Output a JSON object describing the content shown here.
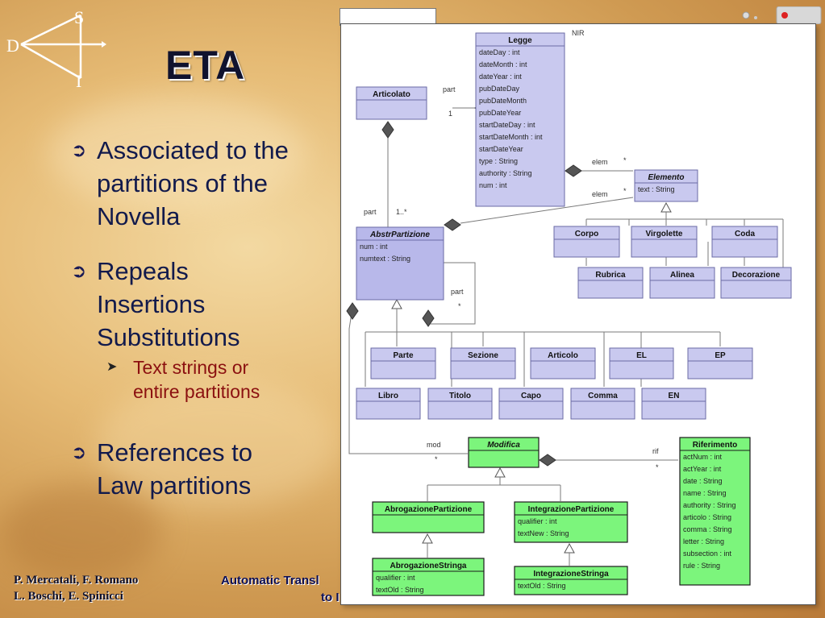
{
  "slide": {
    "title": "ETA",
    "bullets": [
      {
        "text": "Associated to the partitions of the Novella",
        "lines": [
          "Associated to the",
          "partitions of the",
          "Novella"
        ]
      },
      {
        "text": "Repeals Insertions Substitutions",
        "lines": [
          "Repeals",
          "Insertions",
          "Substitutions"
        ],
        "sub": {
          "lines": [
            "Text strings or",
            "entire partitions"
          ]
        }
      },
      {
        "text": "References to Law partitions",
        "lines": [
          "References to",
          "Law partitions"
        ]
      }
    ],
    "authors": [
      "P. Mercatali, F. Romano",
      "L. Boschi, E. Spinicci"
    ],
    "footer_title": [
      "Automatic Transl",
      "to I"
    ],
    "logo_letters": {
      "top": "S",
      "left": "D",
      "bottom": "I"
    }
  },
  "diagram": {
    "frame_label": "NIR",
    "classes": {
      "legge": {
        "name": "Legge",
        "attrs": [
          "dateDay : int",
          "dateMonth : int",
          "dateYear : int",
          "pubDateDay",
          "pubDateMonth",
          "pubDateYear",
          "startDateDay : int",
          "startDateMonth : int",
          "startDateYear",
          "type : String",
          "authority : String",
          "num : int"
        ]
      },
      "articolato": {
        "name": "Articolato"
      },
      "elemento": {
        "name": "Elemento",
        "attrs": [
          "text : String"
        ]
      },
      "abstr": {
        "name": "AbstrPartizione",
        "attrs": [
          "num : int",
          "numtext : String"
        ]
      },
      "corpo": {
        "name": "Corpo"
      },
      "virgolette": {
        "name": "Virgolette"
      },
      "coda": {
        "name": "Coda"
      },
      "rubrica": {
        "name": "Rubrica"
      },
      "alinea": {
        "name": "Alinea"
      },
      "decorazione": {
        "name": "Decorazione"
      },
      "parte": {
        "name": "Parte"
      },
      "sezione": {
        "name": "Sezione"
      },
      "articolo": {
        "name": "Articolo"
      },
      "el": {
        "name": "EL"
      },
      "ep": {
        "name": "EP"
      },
      "libro": {
        "name": "Libro"
      },
      "titolo": {
        "name": "Titolo"
      },
      "capo": {
        "name": "Capo"
      },
      "comma": {
        "name": "Comma"
      },
      "en": {
        "name": "EN"
      },
      "modifica": {
        "name": "Modifica"
      },
      "riferimento": {
        "name": "Riferimento",
        "attrs": [
          "actNum : int",
          "actYear : int",
          "date : String",
          "name : String",
          "authority : String",
          "articolo : String",
          "comma : String",
          "letter : String",
          "subsection : int",
          "rule : String"
        ]
      },
      "abrogazionePartizione": {
        "name": "AbrogazionePartizione"
      },
      "integrazionePartizione": {
        "name": "IntegrazionePartizione",
        "attrs": [
          "qualifier : int",
          "textNew : String"
        ]
      },
      "abrogazioneStringa": {
        "name": "AbrogazioneStringa",
        "attrs": [
          "qualifier : int",
          "textOld : String"
        ]
      },
      "integrazioneStringa": {
        "name": "IntegrazioneStringa",
        "attrs": [
          "textOld : String"
        ]
      }
    },
    "labels": {
      "part_top": "part",
      "one": "1",
      "elem1": "elem",
      "star1": "*",
      "elem2": "elem",
      "star2": "*",
      "part_left": "part",
      "one_many": "1..*",
      "part_self": "part",
      "star_self": "*",
      "mod": "mod",
      "star_mod": "*",
      "rif": "rif",
      "star_rif": "*"
    },
    "colors": {
      "blue_fill": "#c9c9ef",
      "blue_stroke": "#6a6aa6",
      "abstract_fill": "#b8b8ea",
      "green_fill": "#7cf57c",
      "green_stroke": "#1a1a1a",
      "line": "#7a7a7a"
    }
  }
}
